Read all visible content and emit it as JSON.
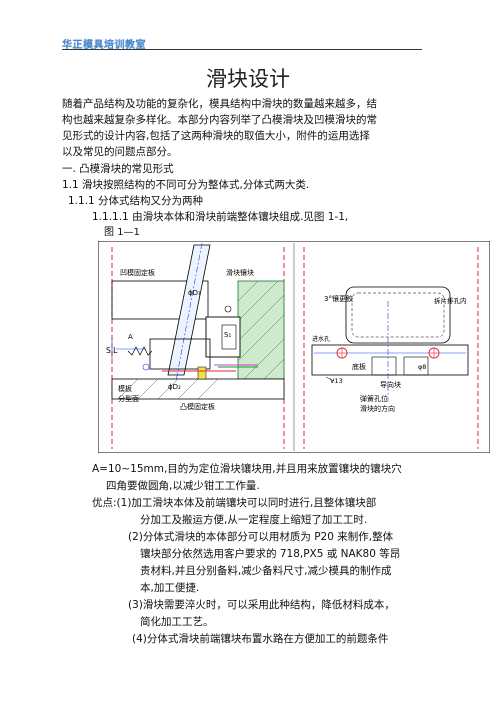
{
  "header": {
    "brand": "华正模具培训教室"
  },
  "doc": {
    "title": "滑块设计",
    "intro_lines": [
      "随着产品结构及功能的复杂化，模具结构中滑块的数量越来越多，结",
      "构也越来越复杂多样化。本部分内容列举了凸模滑块及凹模滑块的常",
      "见形式的设计内容,包括了这两种滑块的取值大小，附件的运用选择",
      "以及常见的问题点部分。"
    ],
    "section1": "一. 凸模滑块的常见形式",
    "section1_1": "1.1 滑块按照结构的不同可分为整体式,分体式两大类.",
    "section1_1_1": "1.1.1 分体式结构又分为两种",
    "section1_1_1_1": "1.1.1.1 由滑块本体和滑块前端整体镶块组成.见图 1-1,",
    "figure": {
      "caption": "图 1—1",
      "labels": {
        "fixed_plate_top": "凹模固定板",
        "slider_insert": "滑块镶块",
        "phi_d1": "ϕD₁",
        "s1": "S₁",
        "sl": "S.L",
        "a_mark": "A",
        "mold_plate": "模板",
        "parting_face": "分型面",
        "phi_d2": "ϕD₂",
        "convex_plate": "凸模固定板",
        "insert_3deg": "3°镶更鲛",
        "remove_block": "拆片排孔内",
        "water_inlet": "进水孔",
        "bottom": "底板",
        "guide": "导向块",
        "position_hole": "弹簧孔位",
        "slide_direction": "滑块的方向",
        "v13": "V13",
        "phi8": "φ8"
      }
    },
    "body_lines": [
      "A=10~15mm,目的为定位滑块镶块用,并且用来放置镶块的镶块穴",
      "四角要做圆角,以减少钳工工作量.",
      "优点:(1)加工滑块本体及前端镶块可以同时进行,且整体镶块部",
      "分加工及搬运方便,从一定程度上缩短了加工工时.",
      "(2)分体式滑块的本体部分可以用材质为 P20 来制作,整体",
      "镶块部分依然选用客户要求的 718,PX5 或 NAK80 等昂",
      "贵材料,并且分别备料,减少备料尺寸,减少模具的制作成",
      "本,加工便捷.",
      "(3)滑块需要淬火时，可以采用此种结构，降低材料成本，",
      "简化加工工艺。",
      "(4)分体式滑块前端镶块布置水路在方便加工的前题条件"
    ]
  }
}
